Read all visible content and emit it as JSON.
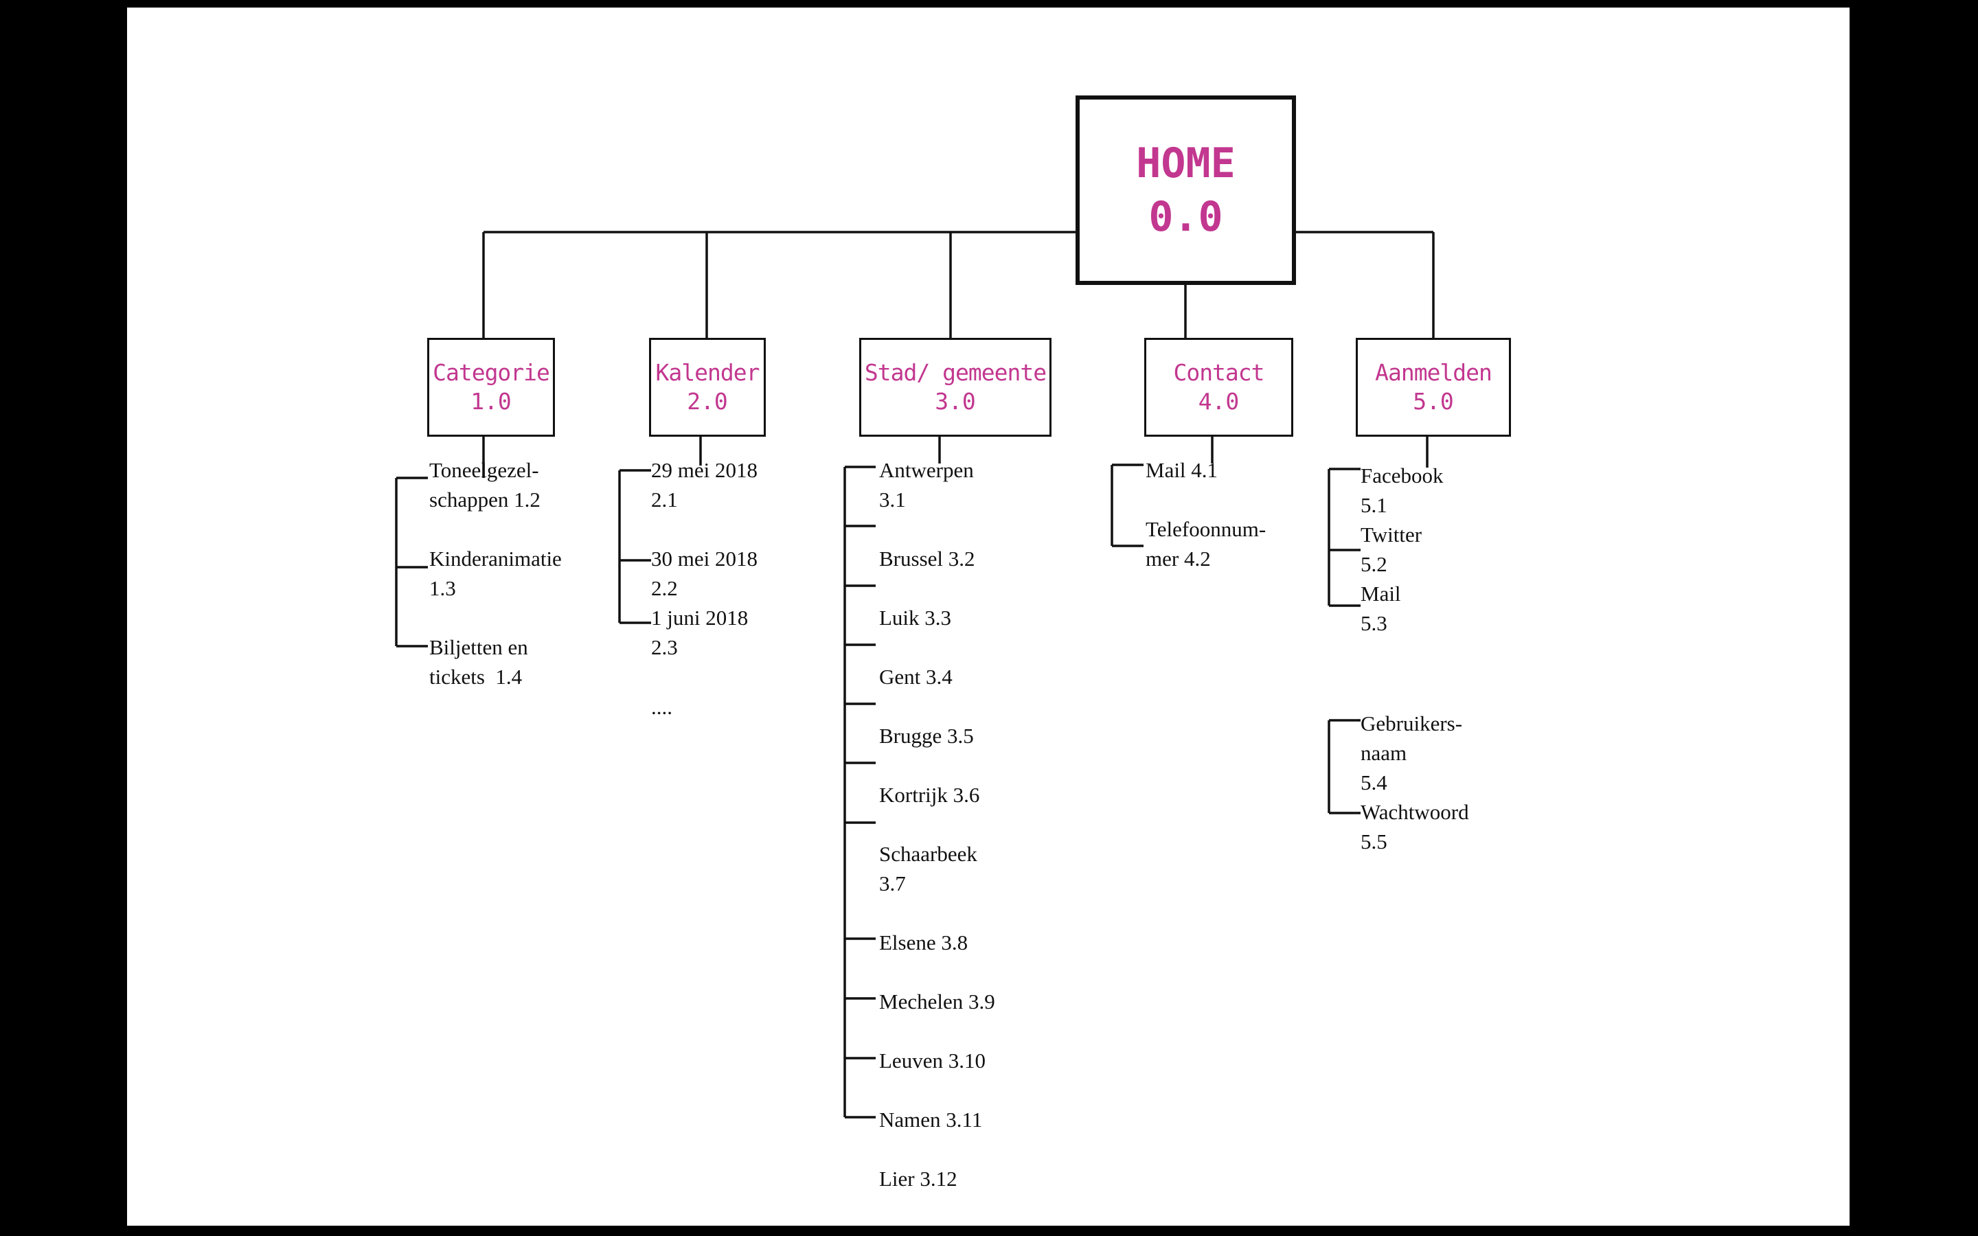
{
  "home": {
    "title": "HOME",
    "number": "0.0"
  },
  "categories": [
    {
      "name": "Categorie",
      "number": "1.0"
    },
    {
      "name": "Kalender",
      "number": "2.0"
    },
    {
      "name": "Stad/ gemeente",
      "number": "3.0"
    },
    {
      "name": "Contact",
      "number": "4.0"
    },
    {
      "name": "Aanmelden",
      "number": "5.0"
    }
  ],
  "categorie_items": [
    "Toneelgezel-\nschappen 1.2",
    "Kinderanimatie\n1.3",
    "Biljetten en\ntickets  1.4"
  ],
  "kalender_items": [
    "29 mei 2018\n2.1",
    "30 mei 2018\n2.2",
    "1 juni 2018\n2.3",
    "...."
  ],
  "stad_items": [
    "Antwerpen\n3.1",
    "Brussel 3.2",
    "Luik 3.3",
    "Gent 3.4",
    "Brugge 3.5",
    "Kortrijk 3.6",
    "Schaarbeek\n3.7",
    "Elsene 3.8",
    "Mechelen 3.9",
    "Leuven 3.10",
    "Namen 3.11",
    "Lier 3.12"
  ],
  "contact_items": [
    "Mail 4.1",
    "Telefoonnum-\nmer 4.2"
  ],
  "aanmelden_items": [
    "Facebook\n5.1",
    "Twitter\n5.2",
    "Mail\n5.3",
    "Gebruikers-\nnaam\n5.4",
    "Wachtwoord\n5.5"
  ],
  "colors": {
    "accent": "#c2378f",
    "line": "#111111",
    "background": "#000000",
    "page": "#ffffff"
  }
}
